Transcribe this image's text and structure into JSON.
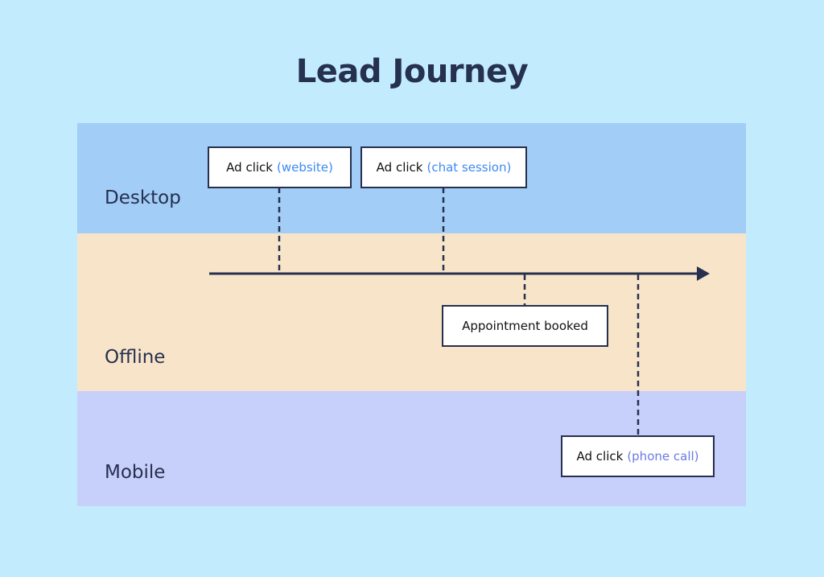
{
  "title": "Lead Journey",
  "colors": {
    "background": "#c2ebfd",
    "desktop_lane": "#a2cdf6",
    "offline_lane": "#f8e5c9",
    "mobile_lane": "#c7cffb",
    "ink": "#26304f",
    "website_detail": "#3d8af2",
    "chat_detail": "#3d8af2",
    "phone_detail": "#6a7ae6"
  },
  "lanes": [
    {
      "label": "Desktop"
    },
    {
      "label": "Offline"
    },
    {
      "label": "Mobile"
    }
  ],
  "events": [
    {
      "lane": "Desktop",
      "action": "Ad click",
      "detail": "(website)"
    },
    {
      "lane": "Desktop",
      "action": "Ad click",
      "detail": "(chat session)"
    },
    {
      "lane": "Offline",
      "action": "Appointment booked",
      "detail": ""
    },
    {
      "lane": "Mobile",
      "action": "Ad click",
      "detail": "(phone call)"
    }
  ]
}
